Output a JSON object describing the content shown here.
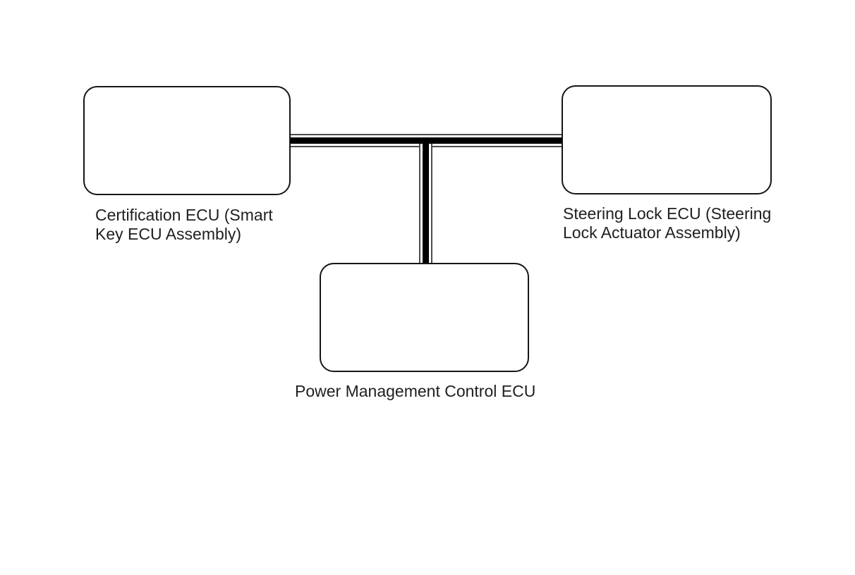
{
  "diagram": {
    "background_color": "#ffffff",
    "bus_core_color": "#000000",
    "bus_outline_color": "#4c4c4c",
    "box_border_color": "#161616",
    "label_color": "#1f1f1f",
    "nodes": [
      {
        "id": "certification-ecu",
        "label": "Certification ECU (Smart\nKey ECU Assembly)"
      },
      {
        "id": "steering-lock-ecu",
        "label": "Steering Lock ECU (Steering\nLock Actuator Assembly)"
      },
      {
        "id": "power-management-control-ecu",
        "label": "Power Management Control ECU"
      }
    ],
    "connections": [
      {
        "from": "certification-ecu",
        "to": "steering-lock-ecu",
        "style": "shielded-twisted-pair-bus"
      },
      {
        "from": "power-management-control-ecu",
        "to": "bus-junction",
        "style": "shielded-twisted-pair-bus"
      }
    ]
  }
}
